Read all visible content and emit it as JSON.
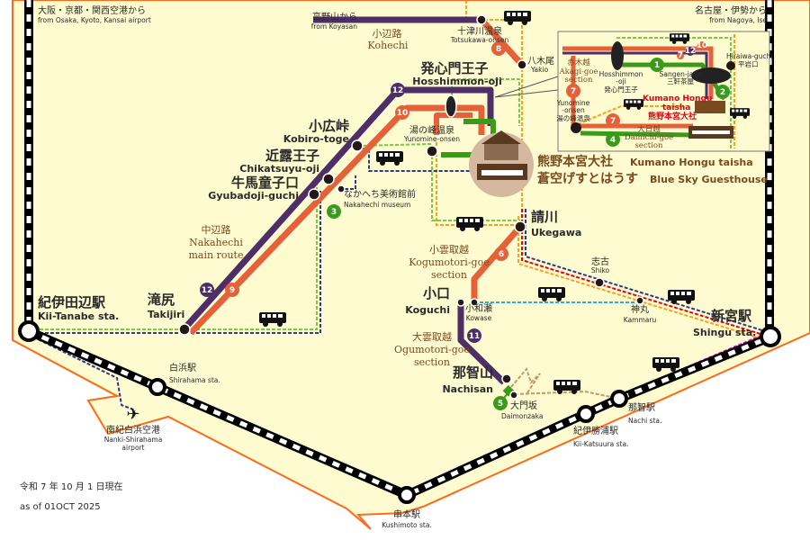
{
  "origins": {
    "osaka": {
      "jp": "大阪・京都・関西空港から",
      "en": "from Osaka, Kyoto, Kansai airport"
    },
    "nagoya": {
      "jp": "名古屋・伊勢から",
      "en": "from Nagoya, Ise"
    },
    "koyasan": {
      "jp": "高野山から",
      "en": "from Koyasan"
    }
  },
  "stations": {
    "totsukawa": {
      "jp": "十津川温泉",
      "en": "Totsukawa-onsen"
    },
    "yakio": {
      "jp": "八木尾",
      "en": "Yakio"
    },
    "hosshimmon": {
      "jp": "発心門王子",
      "en": "Hosshimmon-oji"
    },
    "kobiro": {
      "jp": "小広峠",
      "en": "Kobiro-toge"
    },
    "chikatsuyu": {
      "jp": "近露王子",
      "en": "Chikatsuyu-oji"
    },
    "gyubadoji": {
      "jp": "牛馬童子口",
      "en": "Gyubadoji-guchi"
    },
    "museum": {
      "jp": "なかへち美術館前",
      "en": "Nakahechi museum"
    },
    "yunomine": {
      "jp": "湯の峰温泉",
      "en": "Yunomine-onsen"
    },
    "ukegawa": {
      "jp": "請川",
      "en": "Ukegawa"
    },
    "shiko": {
      "jp": "志古",
      "en": "Shiko"
    },
    "kammaru": {
      "jp": "神丸",
      "en": "Kammaru"
    },
    "koguchi": {
      "jp": "小口",
      "en": "Koguchi"
    },
    "kowase": {
      "jp": "小和瀬",
      "en": "Kowase"
    },
    "nachisan": {
      "jp": "那智山",
      "en": "Nachisan"
    },
    "daimonzaka": {
      "jp": "大門坂",
      "en": "Daimonzaka"
    },
    "takijiri": {
      "jp": "滝尻",
      "en": "Takijiri"
    }
  },
  "landmarks": {
    "hongu": {
      "jp": "熊野本宮大社",
      "en": "Kumano Hongu taisha"
    },
    "guesthouse": {
      "jp": "蒼空げすとはうす",
      "en": "Blue Sky Guesthouse"
    },
    "airport": {
      "jp": "南紀白浜空港",
      "en1": "Nanki-Shirahama",
      "en2": "airport"
    }
  },
  "rail_stations": {
    "kii_tanabe": {
      "jp": "紀伊田辺駅",
      "en": "Kii-Tanabe sta."
    },
    "shirahama": {
      "jp": "白浜駅",
      "en": "Shirahama sta."
    },
    "kushimoto": {
      "jp": "串本駅",
      "en": "Kushimoto sta."
    },
    "kii_katsuura": {
      "jp": "紀伊勝浦駅",
      "en": "Kii-Katsuura sta."
    },
    "nachi": {
      "jp": "那智駅",
      "en": "Nachi sta."
    },
    "shingu": {
      "jp": "新宮駅",
      "en": "Shingu sta."
    }
  },
  "routes": {
    "kohechi": {
      "jp": "小辺路",
      "en": "Kohechi"
    },
    "nakahechi": {
      "jp": "中辺路",
      "en": "Nakahechi",
      "en2": "main route"
    },
    "kogumotori": {
      "jp": "小雲取越",
      "en": "Kogumotori-goe",
      "en2": "section"
    },
    "ogumotori": {
      "jp": "大雲取越",
      "en": "Ogumotori-goe",
      "en2": "section"
    }
  },
  "route_numbers": {
    "r12a": "12",
    "r10": "10",
    "r8": "8",
    "r12b": "12",
    "r9": "9",
    "r3": "3",
    "r6": "6",
    "r11": "11",
    "r5": "5"
  },
  "inset": {
    "akagi": {
      "jp": "赤木越",
      "en": "Akagi-goe",
      "en2": "section"
    },
    "hosshimmon": {
      "en1": "Hosshimmon",
      "en2": "-oji",
      "jp": "発心門王子"
    },
    "sangenjaya": {
      "en": "Sangen-jaya",
      "jp": "三軒茶屋"
    },
    "hiraiwa": {
      "en": "Hiraiwa-guchi",
      "jp": "平岩口"
    },
    "yunomine": {
      "en1": "Yunomine",
      "en2": "-onsen",
      "jp": "湯の峰温泉"
    },
    "hongu": {
      "en1": "Kumano Hongu",
      "en2": "taisha",
      "jp": "熊野本宮大社"
    },
    "dainichi": {
      "jp": "大日越",
      "en": "Dainichi-goe",
      "en2": "section"
    },
    "numbers": {
      "n1": "1",
      "n2": "2",
      "n7a": "7",
      "n7b": "7",
      "n4": "4",
      "n12": "12",
      "n10": "10",
      "n7c": "7"
    }
  },
  "date": {
    "jp": "令和 7 年 10 月 1 日現在",
    "en": "as of 01OCT 2025"
  },
  "colors": {
    "land": "#fffbd0",
    "coast": "#ff6a1a",
    "purple": "#4d2e66",
    "orange": "#e4613a",
    "green": "#3a9a1a",
    "bus_green_dash": "#7ac943",
    "blue_dash": "#2b3a8c",
    "red_dash": "#e60012",
    "orange_dash": "#f7a21b",
    "cyan_dash": "#29abe2",
    "magenta_dash": "#ff00ff"
  }
}
